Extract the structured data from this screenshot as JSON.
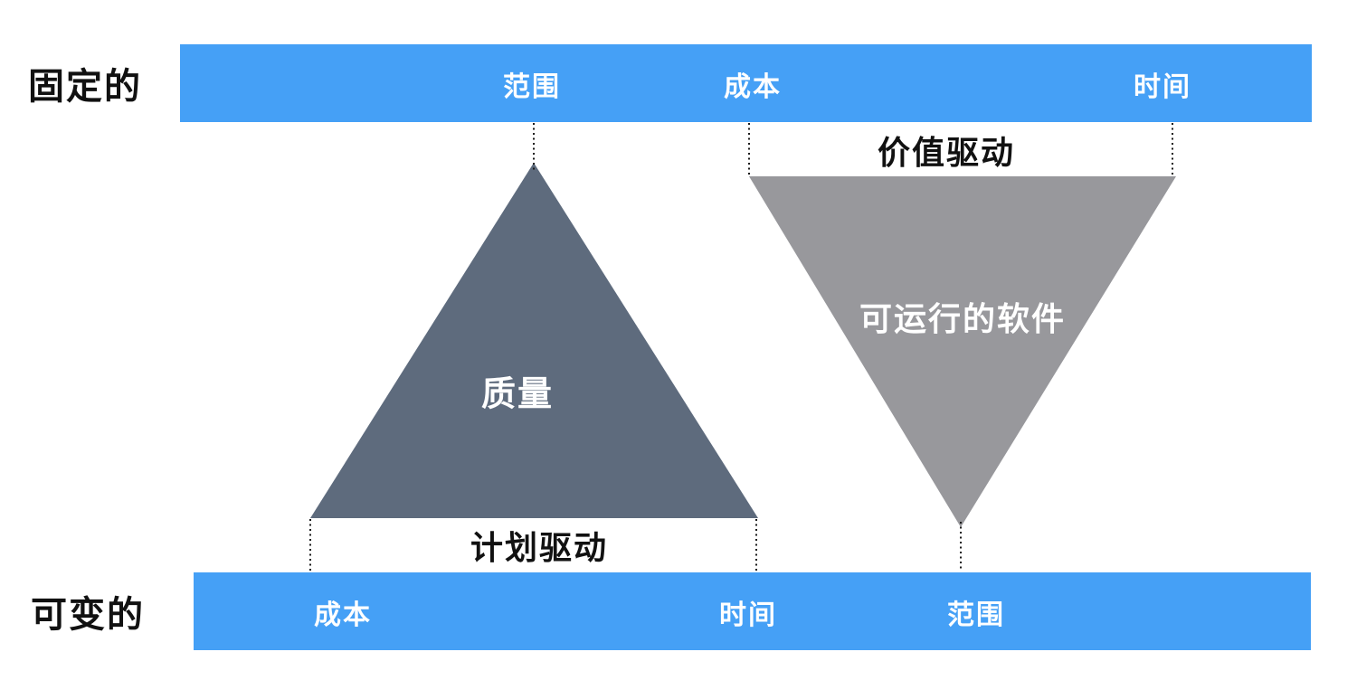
{
  "colors": {
    "bar_blue": "#45A0F6",
    "plan_triangle_fill": "#5E6B7D",
    "value_triangle_fill": "#98989C",
    "dark_text": "#111111",
    "light_text": "#FFFFFF"
  },
  "fixed_row": {
    "side_label": "固定的",
    "labels": [
      "范围",
      "成本",
      "时间"
    ]
  },
  "variable_row": {
    "side_label": "可变的",
    "labels": [
      "成本",
      "时间",
      "范围"
    ]
  },
  "plan_driven": {
    "triangle_label": "质量",
    "caption": "计划驱动"
  },
  "value_driven": {
    "triangle_label": "可运行的软件",
    "caption": "价值驱动"
  }
}
